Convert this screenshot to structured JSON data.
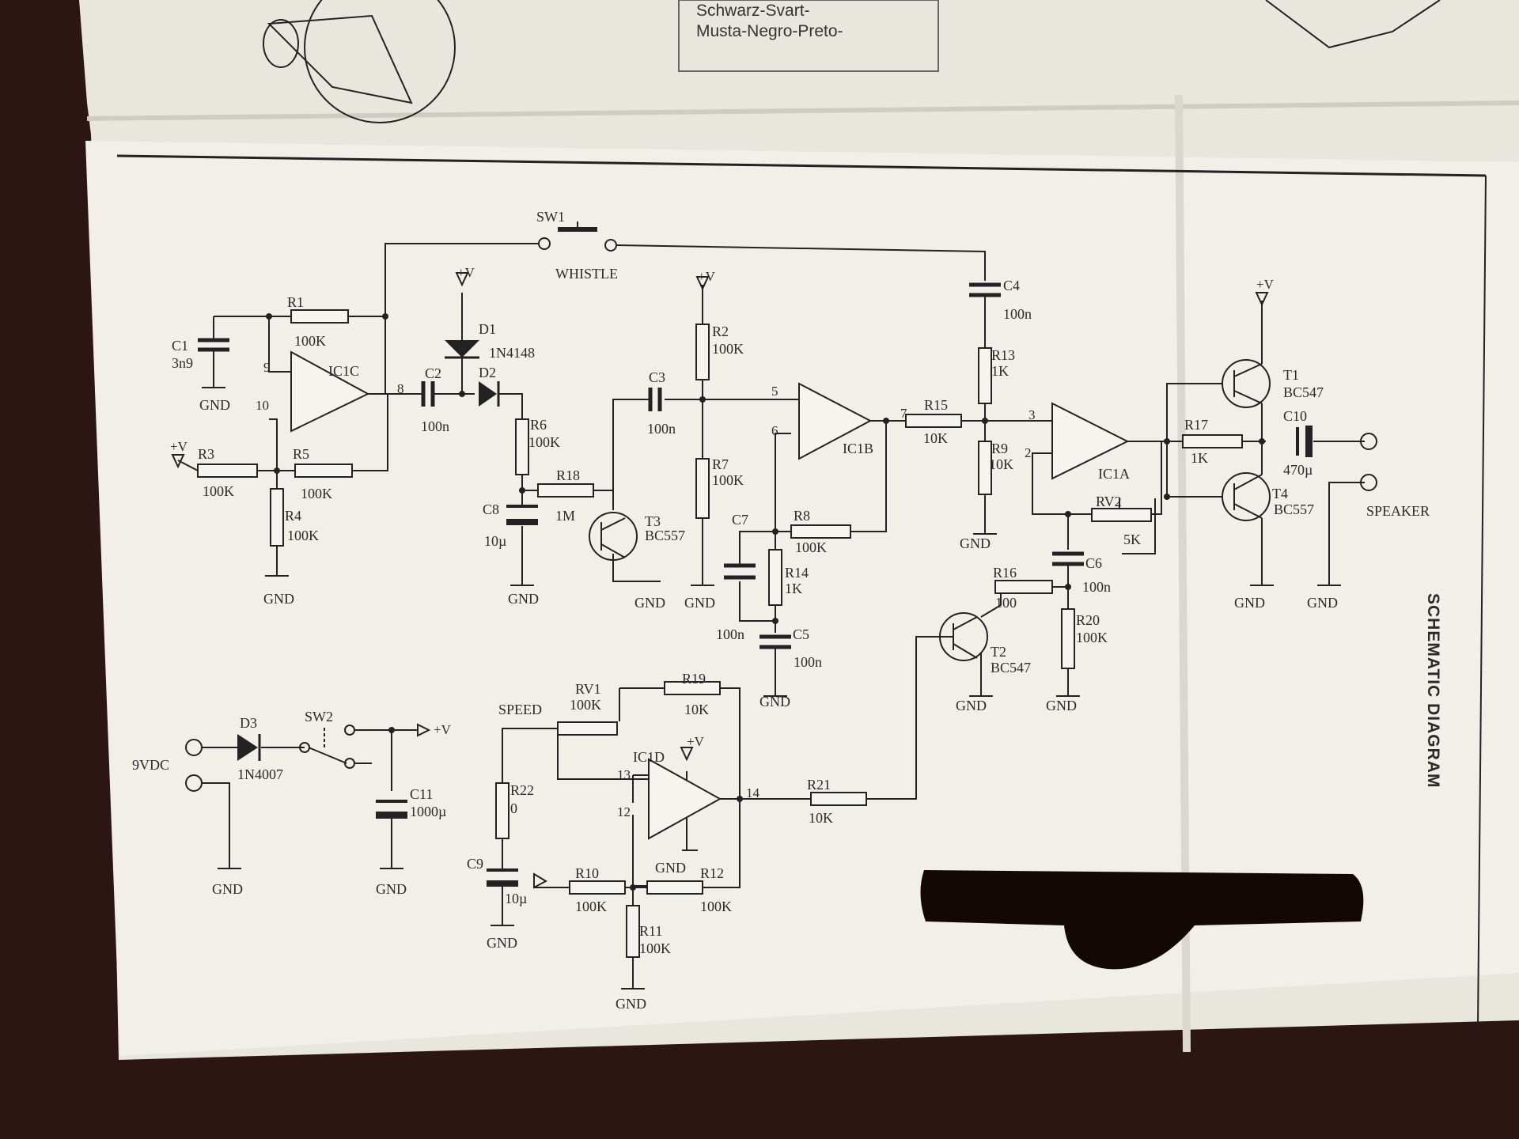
{
  "header_box": [
    "Schwarz-Svart-",
    "Musta-Negro-Preto-"
  ],
  "diagram_title": "SCHEMATIC DIAGRAM",
  "labels": {
    "sw1": "SW1",
    "whistle": "WHISTLE",
    "c1": "C1",
    "c1v": "3n9",
    "gnd": "GND",
    "r1": "R1",
    "r1v": "100K",
    "ic1c": "IC1C",
    "p9": "9",
    "p10": "10",
    "p8": "8",
    "plusv": "+V",
    "r3": "R3",
    "r3v": "100K",
    "r5": "R5",
    "r5v": "100K",
    "r4": "R4",
    "r4v": "100K",
    "c2": "C2",
    "c2v": "100n",
    "d1": "D1",
    "d1v": "1N4148",
    "d2": "D2",
    "r6": "R6",
    "r6v": "100K",
    "c8": "C8",
    "c8v": "10µ",
    "r18": "R18",
    "r18v": "1M",
    "c3": "C3",
    "c3v": "100n",
    "t3": "T3",
    "t3v": "BC557",
    "r2": "R2",
    "r2v": "100K",
    "r7": "R7",
    "r7v": "100K",
    "p5": "5",
    "p6": "6",
    "p7": "7",
    "ic1b": "IC1B",
    "c7": "C7",
    "r8": "R8",
    "r8v": "100K",
    "r14": "R14",
    "r14v": "1K",
    "n100a": "100n",
    "c5": "C5",
    "c5v": "100n",
    "r15": "R15",
    "r15v": "10K",
    "c4": "C4",
    "c4v": "100n",
    "r13": "R13",
    "r13v": "1K",
    "r9": "R9",
    "r9v": "10K",
    "p3": "3",
    "p2": "2",
    "ic1a": "IC1A",
    "rv2": "RV2",
    "rv2v": "5K",
    "c6": "C6",
    "c6v": "100n",
    "r16": "R16",
    "r16v": "100",
    "r20": "R20",
    "r20v": "100K",
    "t2": "T2",
    "t2v": "BC547",
    "t1": "T1",
    "t1v": "BC547",
    "t4": "T4",
    "t4v": "BC557",
    "r17": "R17",
    "r17v": "1K",
    "c10": "C10",
    "c10v": "470µ",
    "speaker": "SPEAKER",
    "d3": "D3",
    "d3v": "1N4007",
    "sw2": "SW2",
    "vdc": "9VDC",
    "c11": "C11",
    "c11v": "1000µ",
    "speed": "SPEED",
    "rv1": "RV1",
    "rv1v": "100K",
    "r19": "R19",
    "r19v": "10K",
    "ic1d": "IC1D",
    "p13": "13",
    "p12": "12",
    "p14": "14",
    "r21": "R21",
    "r21v": "10K",
    "r22": "R22",
    "r22v": "0",
    "c9": "C9",
    "c9v": "10µ",
    "r10": "R10",
    "r10v": "100K",
    "r12": "R12",
    "r12v": "100K",
    "r11": "R11",
    "r11v": "100K"
  }
}
